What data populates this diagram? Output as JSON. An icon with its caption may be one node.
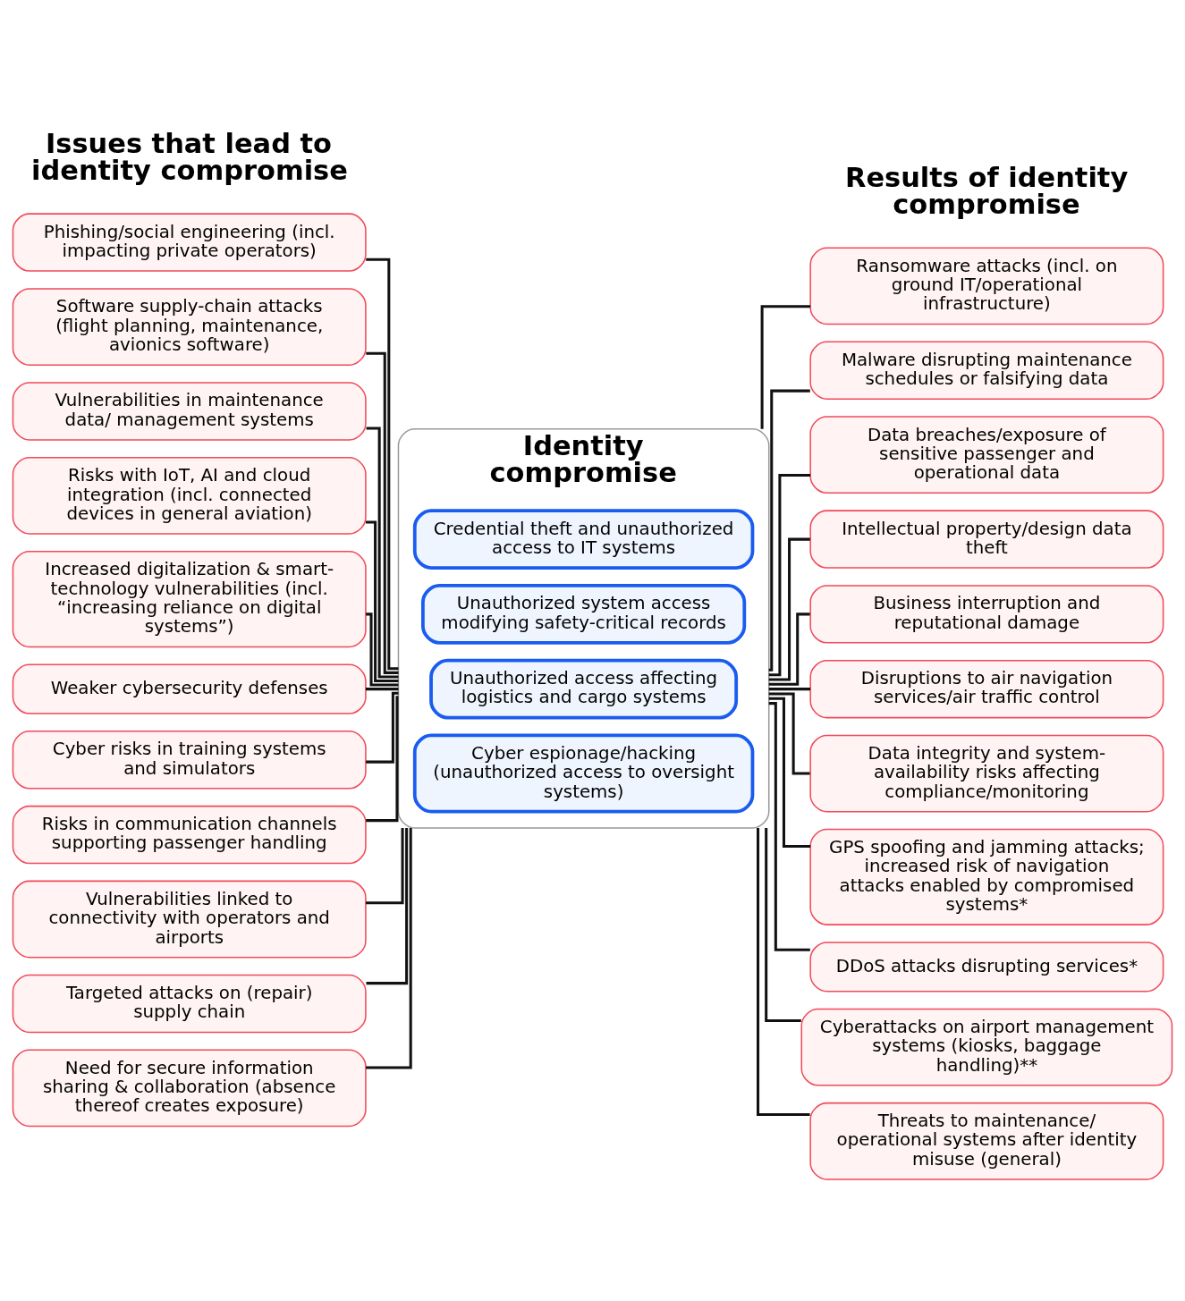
{
  "diagram": {
    "nodes": [
      {
        "text": [
          "Phishing/social engineering (incl. impacting private operators)"
        ]
      },
      {
        "text": [
          "Software supply-chain attacks (flight planning, maintenance, avionics software)"
        ]
      },
      {
        "text": [
          "Vulnerabilities in maintenance data/ management systems"
        ]
      },
      {
        "text": [
          "Risks with IoT, AI and cloud integration (incl. connected devices in general aviation)"
        ]
      },
      {
        "text": [
          "Increased digitalization & smart-technology vulnerabilities (incl. “increasing reliance on digital systems”)"
        ]
      },
      {
        "text": [
          "Weaker cybersecurity defenses"
        ]
      },
      {
        "text": [
          "Cyber risks in training systems and simulators"
        ]
      },
      {
        "text": [
          "Risks in communication channels supporting passenger handling"
        ]
      },
      {
        "text": [
          "Vulnerabilities linked to connectivity with operators and airports"
        ]
      },
      {
        "text": [
          "Targeted attacks on (repair) supply chain"
        ]
      },
      {
        "text": [
          "Need for secure information sharing & collaboration (absence thereof creates exposure)"
        ]
      },
      {
        "text": [
          "Identity compromise"
        ]
      },
      {
        "text": [
          "Credential theft and unauthorized access to IT systems"
        ],
        "in": 11
      },
      {
        "text": [
          "Unauthorized system access modifying safety-critical records"
        ],
        "in": 11
      },
      {
        "text": [
          "Unauthorized access affecting logistics and cargo systems"
        ],
        "in": 11
      },
      {
        "text": [
          "Cyber espionage/hacking (unauthorized access to oversight systems)"
        ],
        "in": 11
      },
      {
        "text": [
          "Ransomware attacks (incl. on ground IT/operational infrastructure)"
        ]
      },
      {
        "text": [
          "Malware disrupting maintenance schedules or falsifying data"
        ]
      },
      {
        "text": [
          "Data breaches/exposure of sensitive passenger and operational data"
        ]
      },
      {
        "text": [
          "Intellectual property/design data theft"
        ]
      },
      {
        "text": [
          "Business interruption and reputational damage"
        ]
      },
      {
        "text": [
          "Disruptions to air navigation services/air traffic control"
        ]
      },
      {
        "text": [
          "Data integrity and system-availability risks affecting compliance/monitoring"
        ]
      },
      {
        "text": [
          "GPS spoofing and jamming attacks; increased risk of navigation attacks enabled by compromised systems*"
        ]
      },
      {
        "text": [
          "DDoS attacks disrupting services*"
        ]
      },
      {
        "text": [
          "Cyberattacks on airport management systems (kiosks, baggage handling)**"
        ]
      },
      {
        "text": [
          "Threats to maintenance/ operational systems after identity misuse (general)"
        ]
      }
    ],
    "edges": [
      {
        "from": 0,
        "to": 11,
        "arrow": "none"
      },
      {
        "from": 1,
        "to": 11,
        "arrow": "none"
      },
      {
        "from": 2,
        "to": 11,
        "arrow": "none"
      },
      {
        "from": 3,
        "to": 11,
        "arrow": "none"
      },
      {
        "from": 4,
        "to": 11,
        "arrow": "none"
      },
      {
        "from": 5,
        "to": 11,
        "arrow": "none"
      },
      {
        "from": 6,
        "to": 11,
        "arrow": "none"
      },
      {
        "from": 7,
        "to": 11,
        "arrow": "none"
      },
      {
        "from": 8,
        "to": 11,
        "arrow": "none"
      },
      {
        "from": 9,
        "to": 11,
        "arrow": "none"
      },
      {
        "from": 10,
        "to": 11,
        "arrow": "none"
      },
      {
        "from": 11,
        "to": 16,
        "arrow": "none"
      },
      {
        "from": 11,
        "to": 17,
        "arrow": "none"
      },
      {
        "from": 11,
        "to": 18,
        "arrow": "none"
      },
      {
        "from": 11,
        "to": 19,
        "arrow": "none"
      },
      {
        "from": 11,
        "to": 20,
        "arrow": "none"
      },
      {
        "from": 11,
        "to": 21,
        "arrow": "none"
      },
      {
        "from": 11,
        "to": 22,
        "arrow": "none"
      },
      {
        "from": 11,
        "to": 23,
        "arrow": "none"
      },
      {
        "from": 11,
        "to": 24,
        "arrow": "none"
      },
      {
        "from": 11,
        "to": 25,
        "arrow": "none"
      },
      {
        "from": 11,
        "to": 26,
        "arrow": "none"
      }
    ],
    "labels": [
      "Issues that lead to identity compromise",
      "Results of identity compromise"
    ]
  }
}
